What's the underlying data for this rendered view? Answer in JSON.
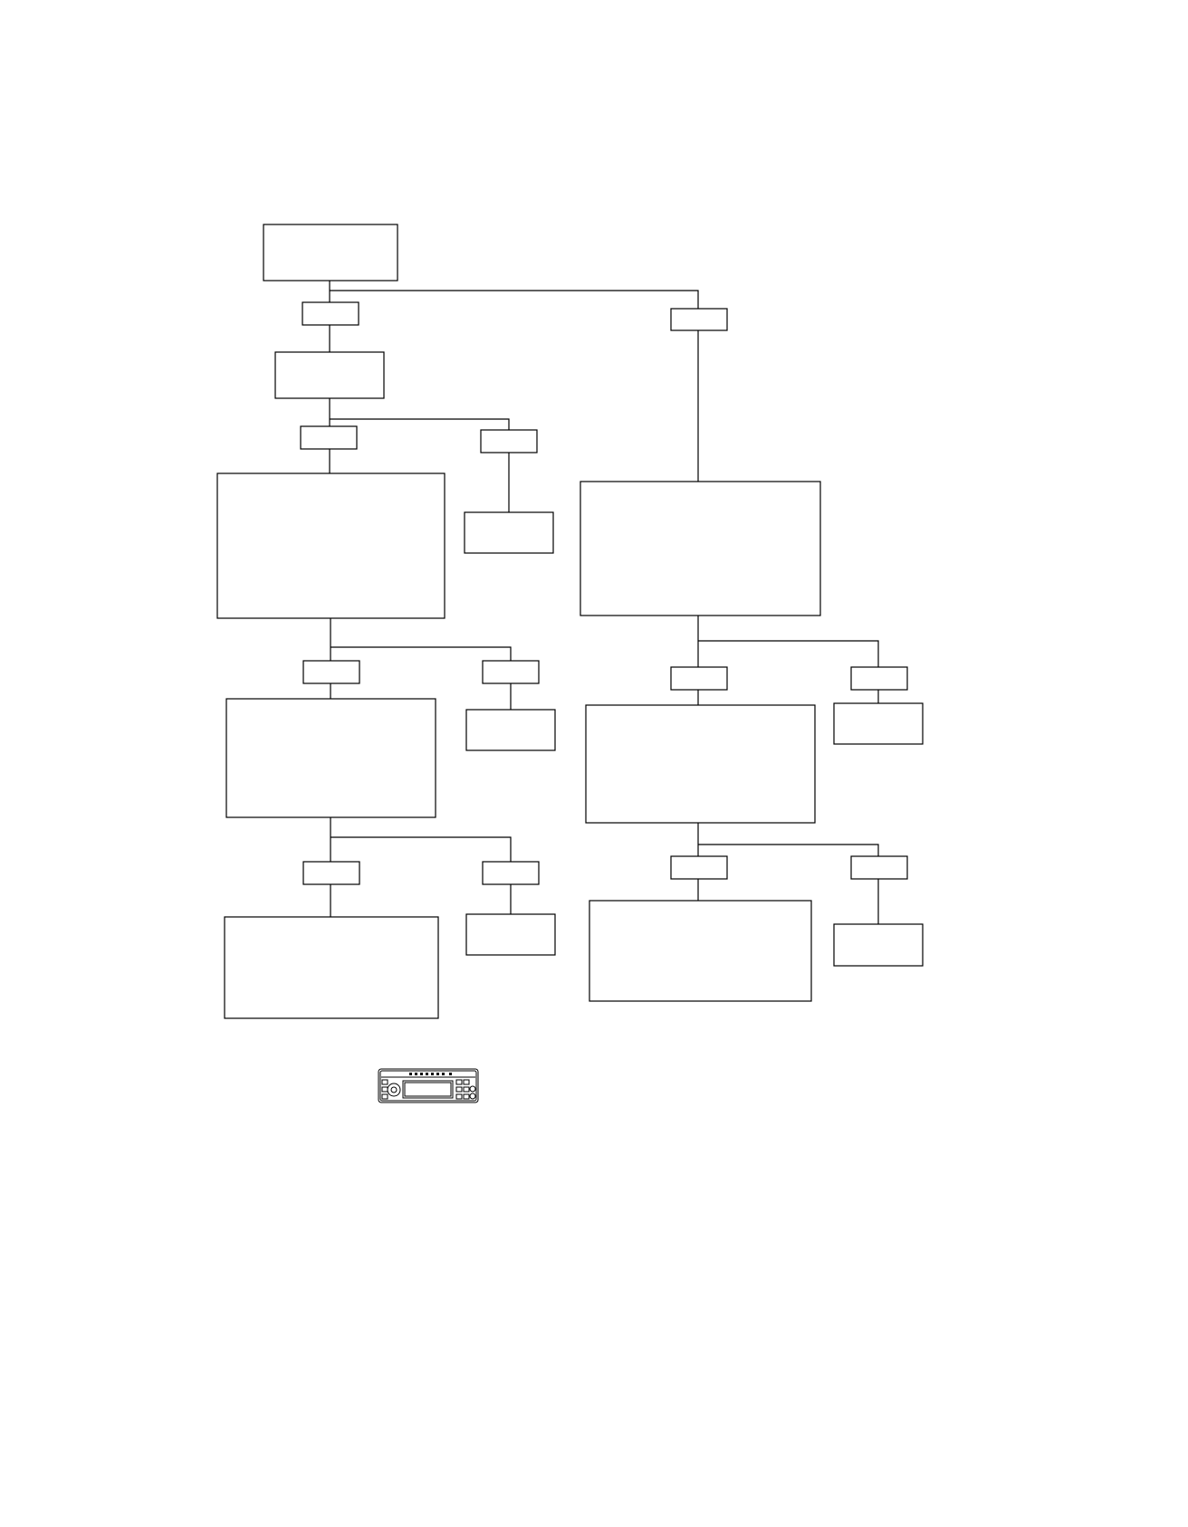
{
  "diagram": {
    "type": "flowchart",
    "colors": {
      "stroke": "#000000",
      "fill": "#ffffff",
      "background": "#ffffff"
    },
    "nodes": [
      {
        "id": "start",
        "kind": "process",
        "text": ""
      },
      {
        "id": "branch-left-label",
        "kind": "label",
        "text": ""
      },
      {
        "id": "branch-right-label",
        "kind": "label",
        "text": ""
      },
      {
        "id": "left-step-1",
        "kind": "process",
        "text": ""
      },
      {
        "id": "left-step-1-yes",
        "kind": "label",
        "text": ""
      },
      {
        "id": "left-step-1-no",
        "kind": "label",
        "text": ""
      },
      {
        "id": "left-step-1-no-result",
        "kind": "result",
        "text": ""
      },
      {
        "id": "left-step-2",
        "kind": "process",
        "text": ""
      },
      {
        "id": "left-step-2-yes",
        "kind": "label",
        "text": ""
      },
      {
        "id": "left-step-2-no",
        "kind": "label",
        "text": ""
      },
      {
        "id": "left-step-2-no-result",
        "kind": "result",
        "text": ""
      },
      {
        "id": "left-step-3",
        "kind": "process",
        "text": ""
      },
      {
        "id": "left-step-3-yes",
        "kind": "label",
        "text": ""
      },
      {
        "id": "left-step-3-no",
        "kind": "label",
        "text": ""
      },
      {
        "id": "left-step-3-no-result",
        "kind": "result",
        "text": ""
      },
      {
        "id": "left-step-4",
        "kind": "process",
        "text": ""
      },
      {
        "id": "right-step-1",
        "kind": "process",
        "text": ""
      },
      {
        "id": "right-step-1-yes",
        "kind": "label",
        "text": ""
      },
      {
        "id": "right-step-1-no",
        "kind": "label",
        "text": ""
      },
      {
        "id": "right-step-1-no-result",
        "kind": "result",
        "text": ""
      },
      {
        "id": "right-step-2",
        "kind": "process",
        "text": ""
      },
      {
        "id": "right-step-2-yes",
        "kind": "label",
        "text": ""
      },
      {
        "id": "right-step-2-no",
        "kind": "label",
        "text": ""
      },
      {
        "id": "right-step-2-no-result",
        "kind": "result",
        "text": ""
      },
      {
        "id": "right-step-3",
        "kind": "process",
        "text": ""
      }
    ],
    "edges": [
      {
        "from": "start",
        "to": "branch-left-label"
      },
      {
        "from": "start",
        "to": "branch-right-label"
      },
      {
        "from": "branch-left-label",
        "to": "left-step-1"
      },
      {
        "from": "left-step-1",
        "to": "left-step-1-yes"
      },
      {
        "from": "left-step-1",
        "to": "left-step-1-no"
      },
      {
        "from": "left-step-1-yes",
        "to": "left-step-2"
      },
      {
        "from": "left-step-1-no",
        "to": "left-step-1-no-result"
      },
      {
        "from": "left-step-2",
        "to": "left-step-2-yes"
      },
      {
        "from": "left-step-2",
        "to": "left-step-2-no"
      },
      {
        "from": "left-step-2-yes",
        "to": "left-step-3"
      },
      {
        "from": "left-step-2-no",
        "to": "left-step-2-no-result"
      },
      {
        "from": "left-step-3",
        "to": "left-step-3-yes"
      },
      {
        "from": "left-step-3",
        "to": "left-step-3-no"
      },
      {
        "from": "left-step-3-yes",
        "to": "left-step-4"
      },
      {
        "from": "left-step-3-no",
        "to": "left-step-3-no-result"
      },
      {
        "from": "branch-right-label",
        "to": "right-step-1"
      },
      {
        "from": "right-step-1",
        "to": "right-step-1-yes"
      },
      {
        "from": "right-step-1",
        "to": "right-step-1-no"
      },
      {
        "from": "right-step-1-yes",
        "to": "right-step-2"
      },
      {
        "from": "right-step-1-no",
        "to": "right-step-1-no-result"
      },
      {
        "from": "right-step-2",
        "to": "right-step-2-yes"
      },
      {
        "from": "right-step-2",
        "to": "right-step-2-no"
      },
      {
        "from": "right-step-2-yes",
        "to": "right-step-3"
      },
      {
        "from": "right-step-2-no",
        "to": "right-step-2-no-result"
      }
    ]
  },
  "device_illustration": {
    "icon": "car-radio-icon"
  }
}
